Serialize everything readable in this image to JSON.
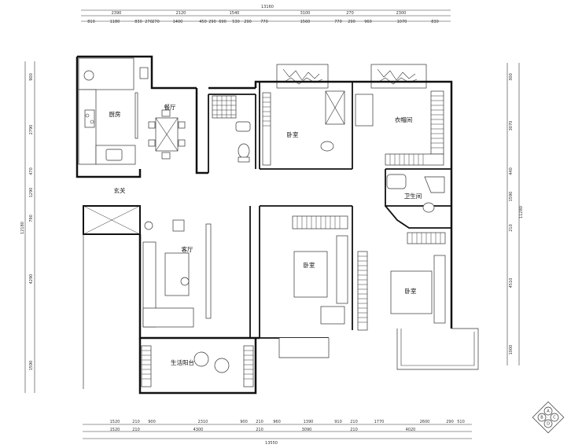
{
  "dimensions": {
    "top_total": "13160",
    "top_row1": [
      "2390",
      "2120",
      "1540",
      "3100",
      "270",
      "2300"
    ],
    "top_row2": [
      "810",
      "1180",
      "830",
      "270",
      "270",
      "1400",
      "450",
      "290",
      "690",
      "530",
      "290",
      "770",
      "1560",
      "770",
      "290",
      "960",
      "1070",
      "830"
    ],
    "bottom_row1": [
      "1520",
      "210",
      "900",
      "2310",
      "900",
      "210",
      "960",
      "1390",
      "910",
      "210",
      "1770",
      "2600",
      "290",
      "510"
    ],
    "bottom_row2": [
      "1520",
      "210",
      "4300",
      "210",
      "3090",
      "210",
      "4020"
    ],
    "bottom_total": "13550",
    "left_outer": "12180",
    "left_row1": [
      "900",
      "2790",
      "470",
      "1290",
      "790",
      "4290",
      "1590"
    ],
    "right_outer": "11280",
    "right_row1": [
      "300",
      "3070",
      "440",
      "1590",
      "210",
      "4510",
      "1000"
    ]
  },
  "rooms": {
    "kitchen": "厨房",
    "dining": "餐厅",
    "foyer": "玄关",
    "living": "客厅",
    "balcony": "生活阳台",
    "bedroom_north": "卧室",
    "closet": "衣帽间",
    "bathroom": "卫生间",
    "bedroom_center": "卧室",
    "bedroom_east": "卧室"
  },
  "compass": {
    "letters": [
      "A",
      "B",
      "C",
      "D"
    ]
  }
}
